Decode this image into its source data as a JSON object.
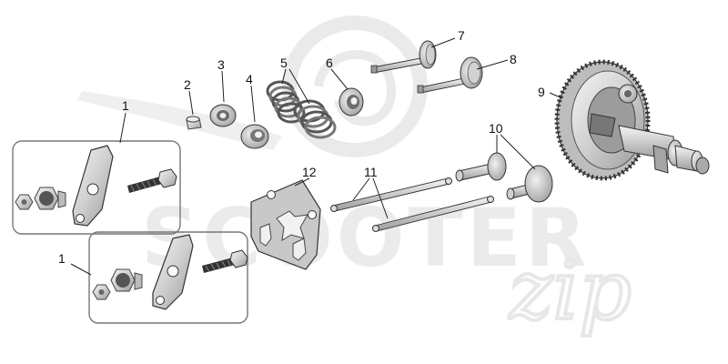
{
  "watermark": {
    "brand": "SCOOTER",
    "script": "zip",
    "color": "#d7d7d7"
  },
  "callouts": [
    {
      "id": "1a",
      "label": "1"
    },
    {
      "id": "1b",
      "label": "1"
    },
    {
      "id": "2",
      "label": "2"
    },
    {
      "id": "3",
      "label": "3"
    },
    {
      "id": "4",
      "label": "4"
    },
    {
      "id": "5",
      "label": "5"
    },
    {
      "id": "6",
      "label": "6"
    },
    {
      "id": "7",
      "label": "7"
    },
    {
      "id": "8",
      "label": "8"
    },
    {
      "id": "9",
      "label": "9"
    },
    {
      "id": "10",
      "label": "10"
    },
    {
      "id": "11",
      "label": "11"
    },
    {
      "id": "12",
      "label": "12"
    }
  ],
  "colors": {
    "line": "#222222",
    "part_fill": "#e6e6e6",
    "part_dark": "#8a8a8a",
    "box_stroke": "#777777"
  }
}
